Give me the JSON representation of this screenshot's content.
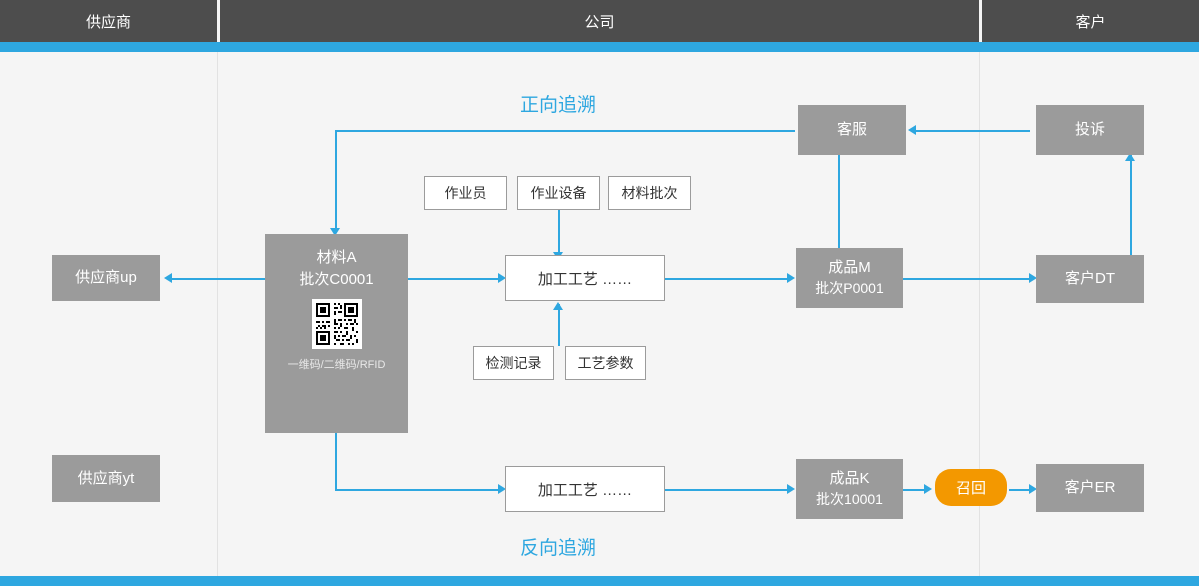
{
  "header": {
    "cells": [
      {
        "label": "供应商",
        "name": "header-supplier"
      },
      {
        "label": "公司",
        "name": "header-company"
      },
      {
        "label": "客户",
        "name": "header-customer"
      }
    ]
  },
  "titles": {
    "forward": "正向追溯",
    "backward": "反向追溯"
  },
  "nodes": {
    "supplier_up": "供应商up",
    "supplier_yt": "供应商yt",
    "material_a_line1": "材料A",
    "material_a_line2": "批次C0001",
    "material_a_code": "一维码/二维码/RFID",
    "operator": "作业员",
    "equipment": "作业设备",
    "material_batch": "材料批次",
    "process_top_label": "加工工艺  ……",
    "inspection_record": "检测记录",
    "process_param": "工艺参数",
    "product_m_line1": "成品M",
    "product_m_line2": "批次P0001",
    "customer_service": "客服",
    "complaint": "投诉",
    "customer_dt": "客户DT",
    "process_bottom_label": "加工工艺  ……",
    "product_k_line1": "成品K",
    "product_k_line2": "批次10001",
    "recall": "召回",
    "customer_er": "客户ER"
  },
  "colors": {
    "accent": "#2ea7e0",
    "node": "#9b9b9b",
    "header": "#4d4d4d",
    "recall": "#f39800",
    "background": "#f5f5f5"
  }
}
